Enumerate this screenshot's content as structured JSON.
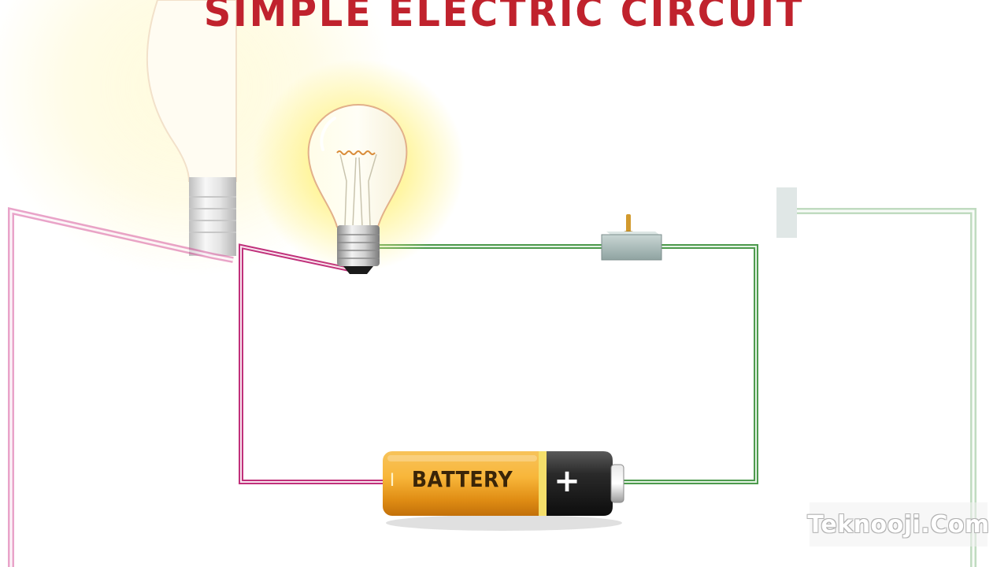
{
  "title": "SIMPLE ELECTRIC CIRCUIT",
  "battery": {
    "label": "BATTERY",
    "negative_sign": "I",
    "positive_sign": "+"
  },
  "watermark": "Teknooji.Com",
  "colors": {
    "title": "#c0222d",
    "negative_wire": "#c0307a",
    "positive_wire": "#4d9a4d",
    "battery_body": "#f0a222",
    "battery_cap": "#1a1a1a",
    "bulb_glow": "#fff06a"
  },
  "components": {
    "bulb": "light-bulb-icon",
    "switch": "toggle-switch-icon",
    "battery": "battery-icon"
  }
}
